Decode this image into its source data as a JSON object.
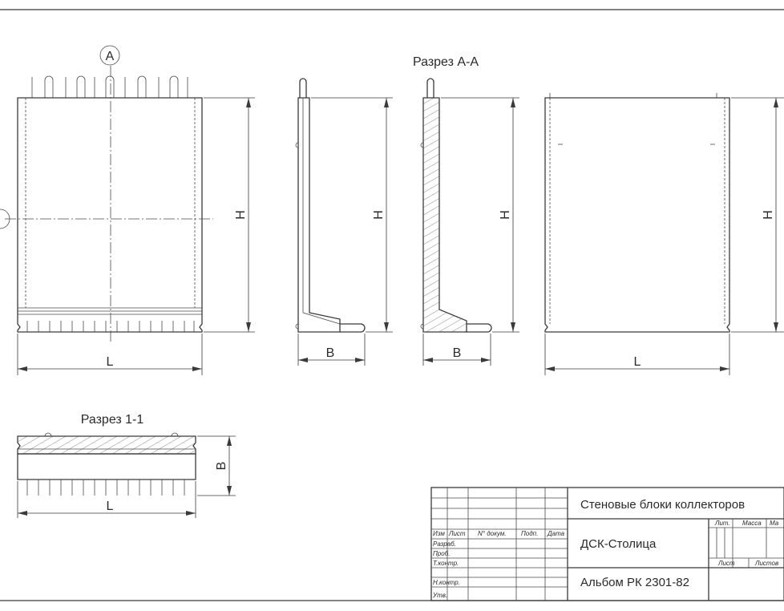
{
  "labels": {
    "section_aa": "Разрез А-А",
    "section_11": "Разрез 1-1",
    "callout_a": "А",
    "dim_h": "H",
    "dim_l": "L",
    "dim_b": "B"
  },
  "title_block": {
    "title": "Стеновые блоки коллекторов",
    "org": "ДСК-Столица",
    "album": "Альбом РК 2301-82",
    "header_cols": [
      "Изм",
      "Лист",
      "N° докум.",
      "Подп.",
      "Дата"
    ],
    "roles": [
      "Разраб.",
      "Проб.",
      "Т.контр.",
      "",
      "Н.контр.",
      "Утв."
    ],
    "lit_label": "Лит.",
    "mass_label": "Масса",
    "scale_label": "Ма",
    "sheet_label": "Лист",
    "sheets_label": "Листов"
  }
}
